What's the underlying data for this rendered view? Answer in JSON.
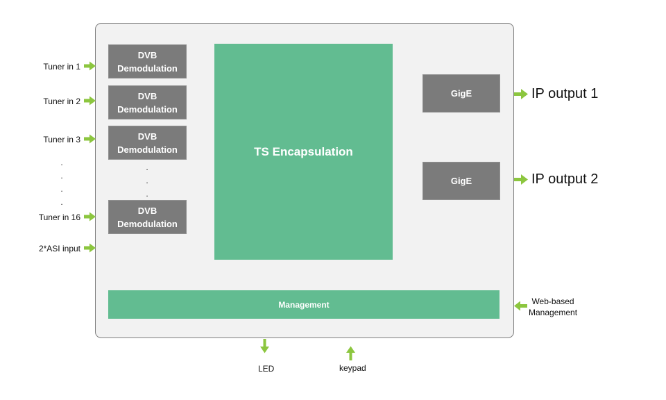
{
  "inputs": {
    "tuner1": "Tuner in 1",
    "tuner2": "Tuner in 2",
    "tuner3": "Tuner in 3",
    "tuner16": "Tuner in 16",
    "asi": "2*ASI input",
    "ellipsis": "."
  },
  "demod": {
    "line1": "DVB",
    "line2": "Demodulation",
    "ellipsis": "."
  },
  "core": {
    "ts_encapsulation": "TS Encapsulation"
  },
  "gige": {
    "label": "GigE"
  },
  "outputs": {
    "ip1": "IP output 1",
    "ip2": "IP output 2"
  },
  "management": {
    "label": "Management",
    "web_line1": "Web-based",
    "web_line2": "Management"
  },
  "bottom": {
    "led": "LED",
    "keypad": "keypad"
  },
  "colors": {
    "green_block": "#62bc91",
    "gray_block": "#7b7b7b",
    "arrow_green": "#8cc63f",
    "frame_bg": "#f2f2f2"
  }
}
